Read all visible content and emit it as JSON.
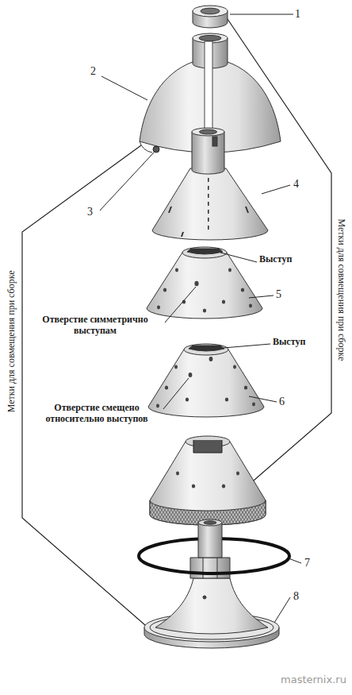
{
  "diagram": {
    "labels": [
      "1",
      "2",
      "3",
      "4",
      "Выступ",
      "5",
      "Отверстие симметрично выступам",
      "Выступ",
      "6",
      "Отверстие смещено относительно выступов",
      "7",
      "8",
      "Метки для совмещения при сборке",
      "Метки для совмещения при сборке",
      "masternix.ru"
    ]
  }
}
